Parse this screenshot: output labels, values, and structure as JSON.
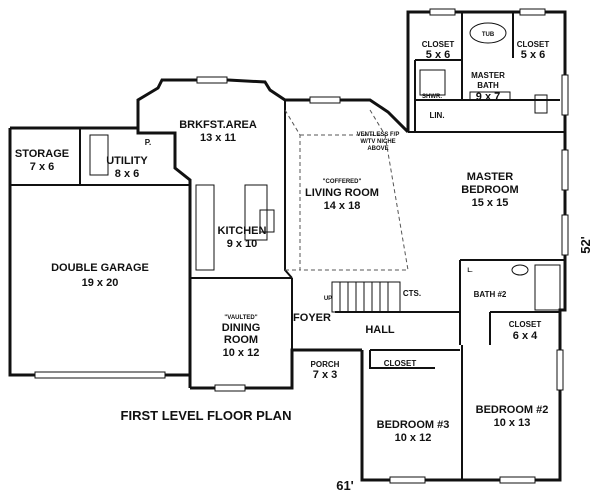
{
  "plan_title": "FIRST LEVEL FLOOR PLAN",
  "dimensions": {
    "width_label": "61'",
    "depth_label": "52'"
  },
  "rooms": {
    "storage": {
      "name": "STORAGE",
      "size": "7 x 6"
    },
    "utility": {
      "name": "UTILITY",
      "size": "8 x 6"
    },
    "pantry": {
      "name": "P."
    },
    "double_garage": {
      "name": "DOUBLE GARAGE",
      "size": "19 x 20"
    },
    "breakfast": {
      "name": "BRKFST.AREA",
      "size": "13 x 11"
    },
    "kitchen": {
      "name": "KITCHEN",
      "size": "9 x 10"
    },
    "living": {
      "note": "\"COFFERED\"",
      "name": "LIVING ROOM",
      "size": "14 x 18"
    },
    "fireplace": {
      "line1": "VENTLESS F/P",
      "line2": "W/TV NICHE",
      "line3": "ABOVE"
    },
    "dining": {
      "note": "\"VAULTED\"",
      "name": "DINING",
      "name2": "ROOM",
      "size": "10 x 12"
    },
    "foyer": {
      "name": "FOYER"
    },
    "hall": {
      "name": "HALL"
    },
    "porch": {
      "name": "PORCH",
      "size": "7 x 3"
    },
    "master_bedroom": {
      "name": "MASTER",
      "name2": "BEDROOM",
      "size": "15 x 15"
    },
    "master_bath": {
      "name": "MASTER",
      "name2": "BATH",
      "size": "9 x 7"
    },
    "closet_left": {
      "name": "CLOSET",
      "size": "5 x 6"
    },
    "closet_right": {
      "name": "CLOSET",
      "size": "5 x 6"
    },
    "tub": {
      "name": "TUB"
    },
    "shower": {
      "name": "SHWR."
    },
    "linen": {
      "name": "LIN."
    },
    "bath2": {
      "name": "BATH #2"
    },
    "linen2": {
      "name": "L."
    },
    "closet_bed2": {
      "name": "CLOSET",
      "size": "6 x 4"
    },
    "closet_bed3": {
      "name": "CLOSET"
    },
    "bedroom3": {
      "name": "BEDROOM #3",
      "size": "10 x 12"
    },
    "bedroom2": {
      "name": "BEDROOM #2",
      "size": "10 x 13"
    },
    "stairs": {
      "up": "UP",
      "cts": "CTS."
    }
  }
}
